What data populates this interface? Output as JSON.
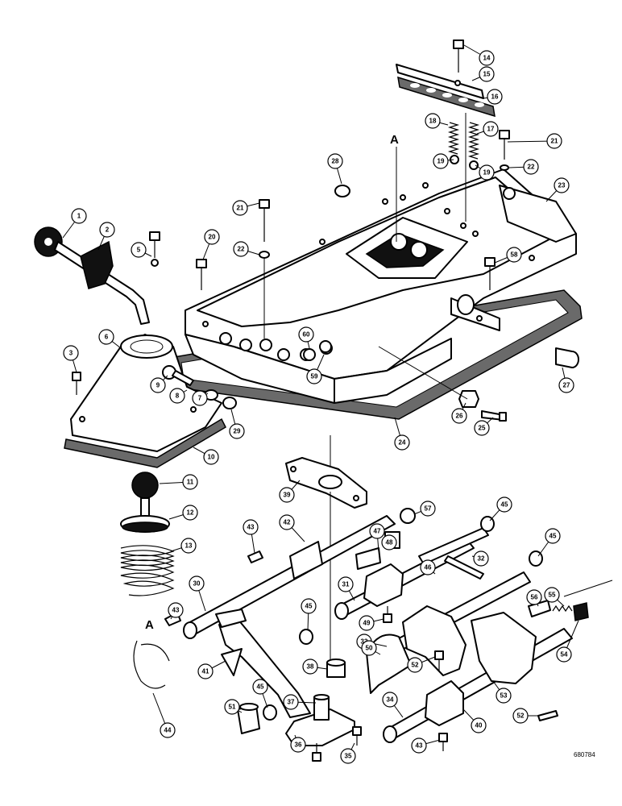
{
  "callouts": [
    "1",
    "2",
    "3",
    "5",
    "6",
    "7",
    "8",
    "9",
    "10",
    "11",
    "12",
    "13",
    "14",
    "15",
    "16",
    "17",
    "18",
    "19",
    "20",
    "21",
    "22",
    "23",
    "24",
    "25",
    "26",
    "27",
    "28",
    "29",
    "30",
    "31",
    "32",
    "33",
    "34",
    "35",
    "36",
    "37",
    "38",
    "39",
    "40",
    "41",
    "42",
    "43",
    "44",
    "45",
    "46",
    "47",
    "48",
    "49",
    "50",
    "51",
    "52",
    "53",
    "54",
    "55",
    "56",
    "57",
    "58",
    "59",
    "60"
  ],
  "section_letters": [
    "A",
    "A"
  ],
  "drawing_number": "680784"
}
